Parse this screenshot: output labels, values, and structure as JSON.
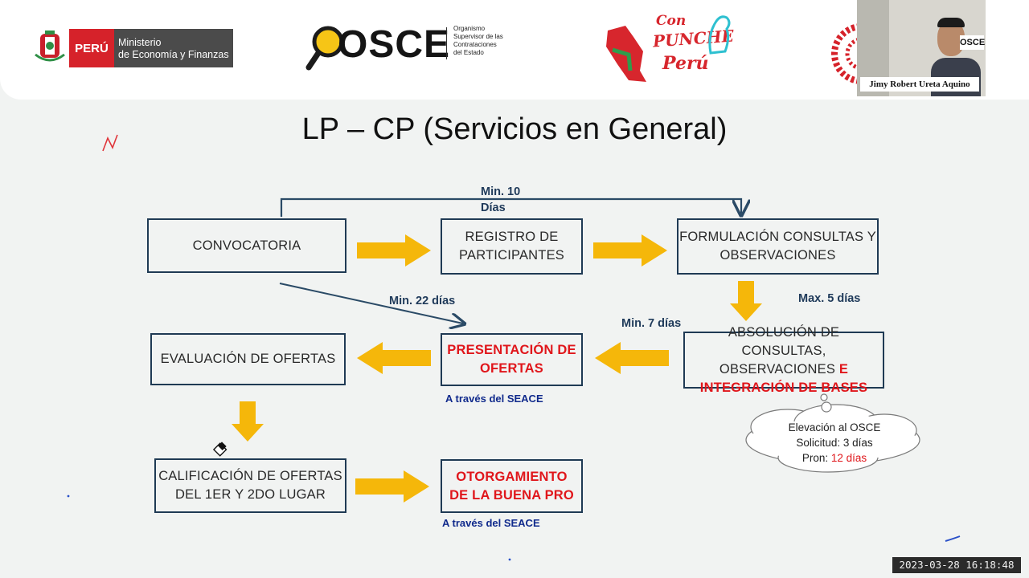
{
  "header": {
    "peru_logo_text": "PERÚ",
    "mef_line1": "Ministerio",
    "mef_line2": "de Economía y Finanzas",
    "osce_logo": "OSCE",
    "osce_desc_1": "Organismo",
    "osce_desc_2": "Supervisor de las",
    "osce_desc_3": "Contrataciones",
    "osce_desc_4": "del Estado",
    "punche_1": "Con",
    "punche_2": "PUNCHE",
    "punche_3": "Perú"
  },
  "webcam": {
    "participant_name": "Jimy Robert Ureta Aquino",
    "badge_text": "OSCE"
  },
  "slide": {
    "title": "LP – CP (Servicios en General)",
    "boxes": {
      "convocatoria": "CONVOCATORIA",
      "registro_1": "REGISTRO DE",
      "registro_2": "PARTICIPANTES",
      "formulacion_1": "FORMULACIÓN CONSULTAS Y",
      "formulacion_2": "OBSERVACIONES",
      "absolucion_1": "ABSOLUCIÓN DE CONSULTAS,",
      "absolucion_2": "OBSERVACIONES",
      "absolucion_2_red": "E",
      "absolucion_3": "INTEGRACIÓN DE BASES",
      "presentacion_1": "PRESENTACIÓN DE",
      "presentacion_2": "OFERTAS",
      "evaluacion": "EVALUACIÓN DE OFERTAS",
      "calificacion_1": "CALIFICACIÓN DE OFERTAS",
      "calificacion_2": "DEL 1ER Y 2DO LUGAR",
      "otorgamiento_1": "OTORGAMIENTO",
      "otorgamiento_2": "DE LA BUENA PRO"
    },
    "notes": {
      "min10_1": "Min. 10",
      "min10_2": "Días",
      "max5": "Max. 5 días",
      "min22": "Min. 22 días",
      "min7": "Min. 7 días",
      "seace_1": "A través del SEACE",
      "seace_2": "A través del SEACE"
    },
    "cloud": {
      "line1": "Elevación al OSCE",
      "line2": "Solicitud: 3 días",
      "line3_prefix": "Pron:",
      "line3_red": "12 días"
    }
  },
  "timestamp": "2023-03-28  16:18:48",
  "colors": {
    "arrow": "#f5b70a",
    "box_border": "#1f3a54",
    "emphasis": "#e0161b",
    "note": "#1f3a5a",
    "seace": "#102a8c"
  }
}
